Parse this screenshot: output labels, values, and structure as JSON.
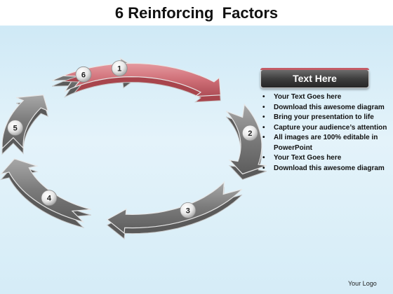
{
  "title": "6 Reinforcing  Factors",
  "cycle": {
    "nodes": [
      {
        "label": "1",
        "highlighted": true
      },
      {
        "label": "2",
        "highlighted": false
      },
      {
        "label": "3",
        "highlighted": false
      },
      {
        "label": "4",
        "highlighted": false
      },
      {
        "label": "5",
        "highlighted": false
      },
      {
        "label": "6",
        "highlighted": false
      }
    ],
    "colors": {
      "highlight": "#d4727a",
      "highlight_dark": "#a8454d",
      "gray": "#8c8c8c",
      "gray_dark": "#5a5a5a",
      "edge": "#c8c8c8"
    }
  },
  "panel": {
    "header": "Text Here",
    "bullets": [
      "Your Text Goes here",
      "Download this awesome diagram",
      "Bring your presentation to life",
      "Capture your audience’s attention",
      "All images are 100% editable in PowerPoint",
      "Your Text Goes here",
      "Download this awesome diagram"
    ]
  },
  "footer": {
    "logo": "Your Logo"
  }
}
